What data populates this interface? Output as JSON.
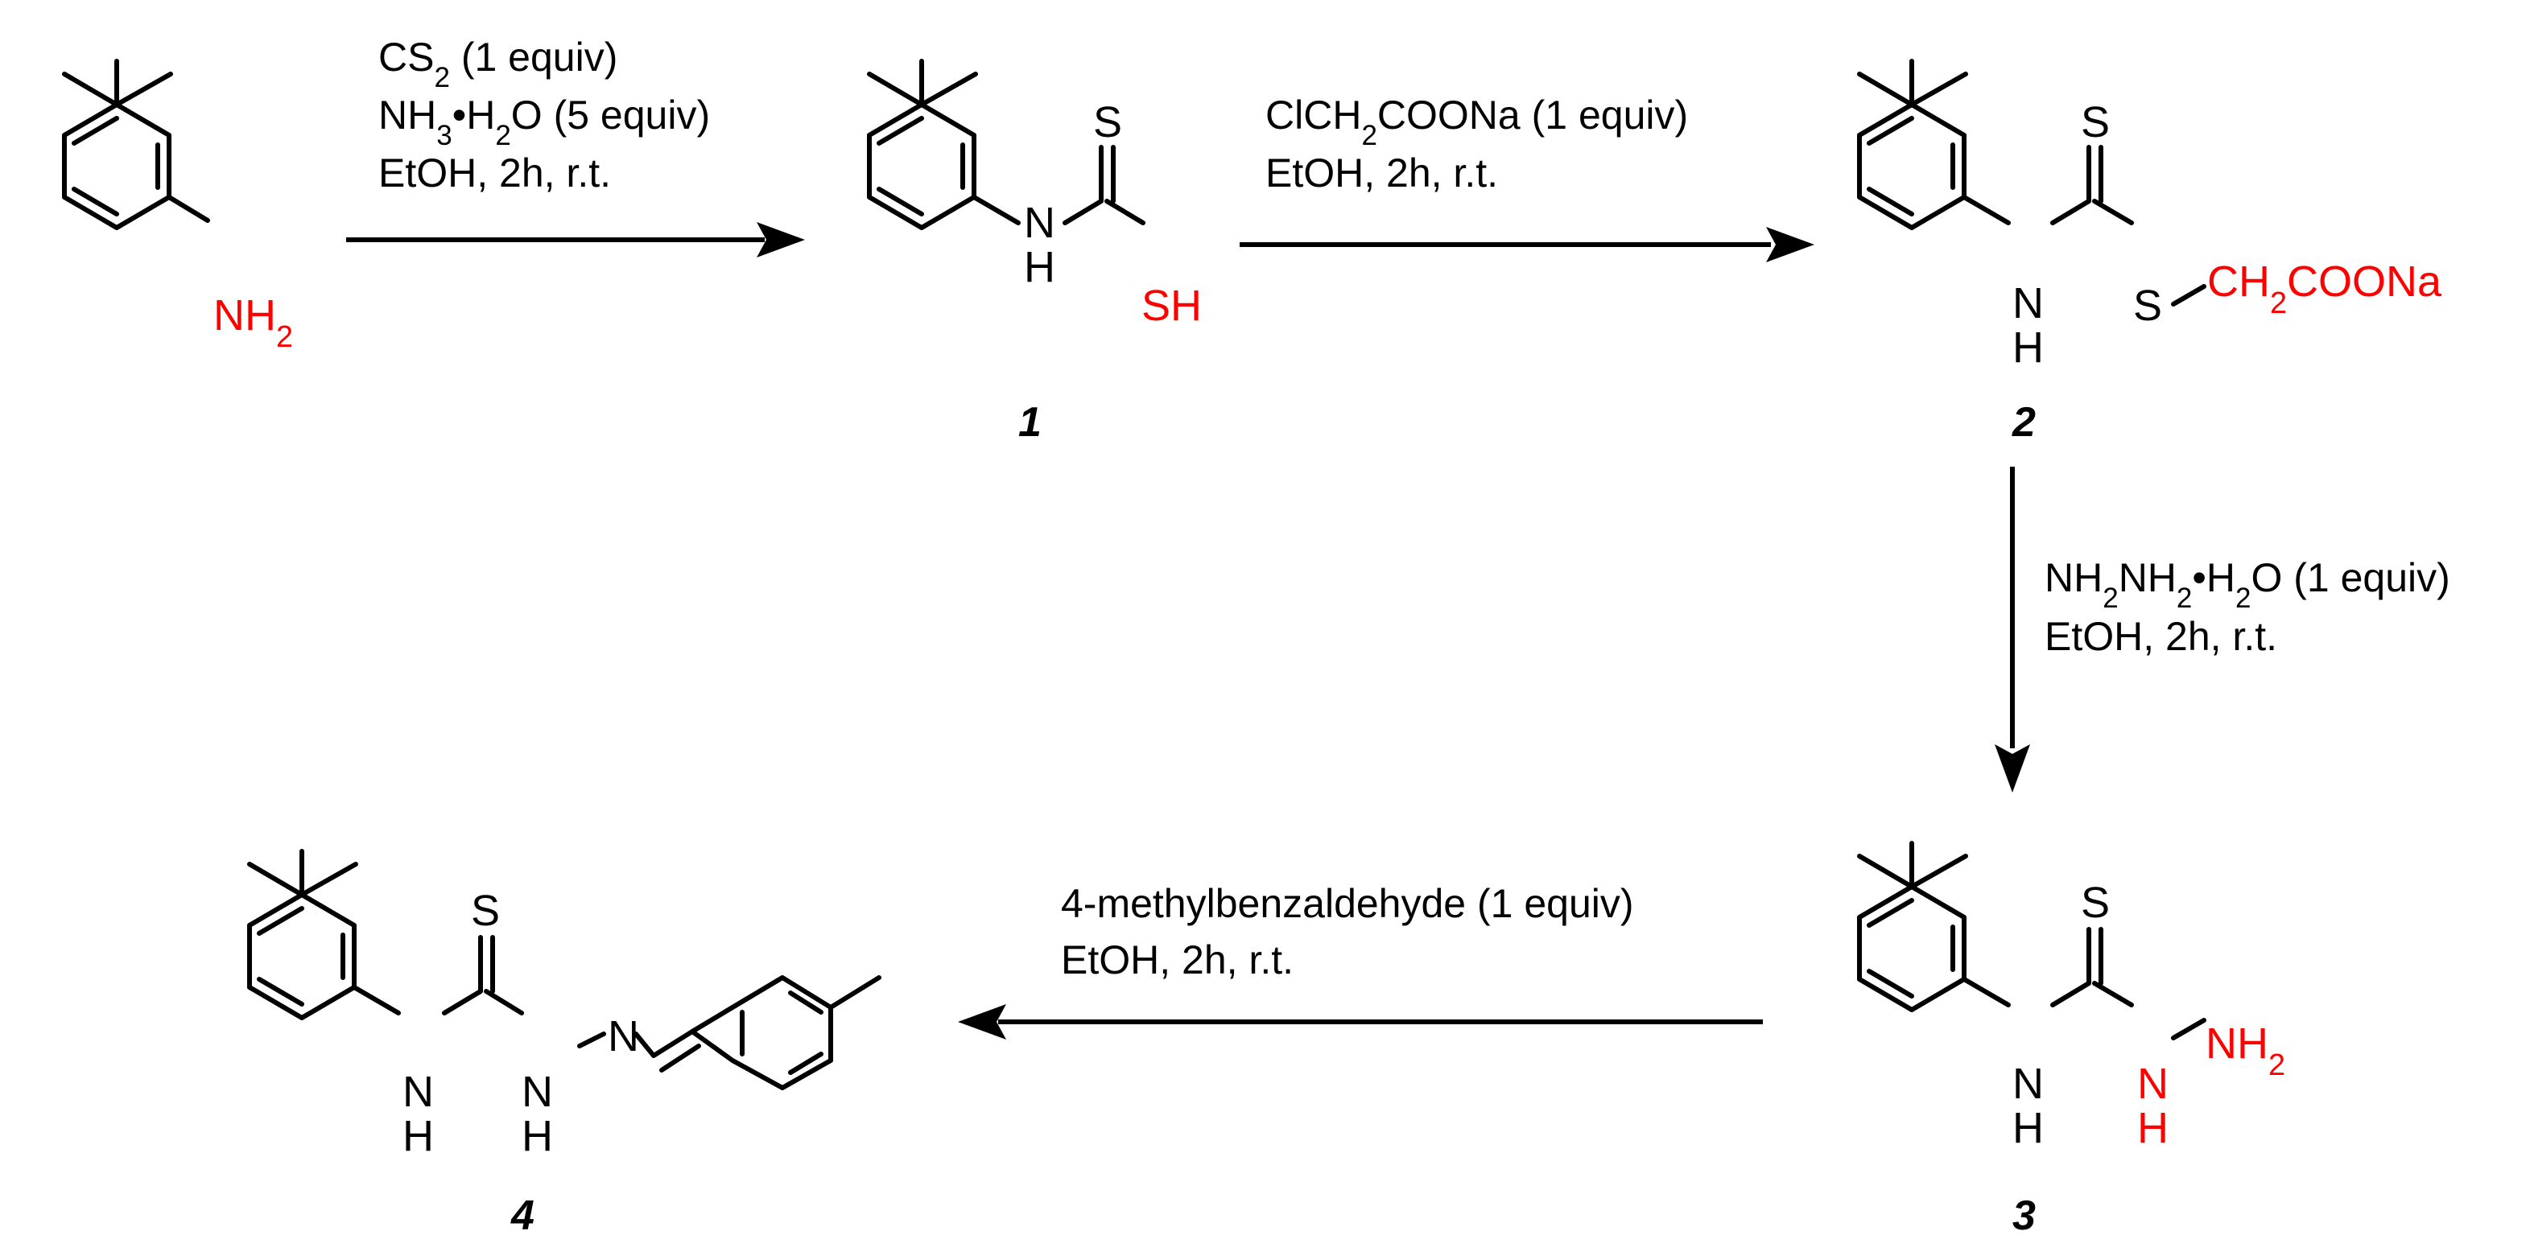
{
  "reagents": {
    "step1_line1": "CS2 (1 equiv)",
    "step1_line2": "NH3•H2O (5 equiv)",
    "step1_line3": "EtOH, 2h, r.t.",
    "step2_line1": "ClCH2COONa (1 equiv)",
    "step2_line2": "EtOH, 2h, r.t.",
    "step3_line1": "NH2NH2•H2O (1 equiv)",
    "step3_line2": "EtOH, 2h, r.t.",
    "step4_line1": "4-methylbenzaldehyde (1 equiv)",
    "step4_line2": "EtOH, 2h, r.t."
  },
  "compounds": {
    "start": {
      "group": "NH2"
    },
    "c1": {
      "label": "1",
      "N": "N",
      "H": "H",
      "S": "S",
      "group": "SH"
    },
    "c2": {
      "label": "2",
      "N": "N",
      "H": "H",
      "S": "S",
      "S2": "S",
      "group": "CH2COONa"
    },
    "c3": {
      "label": "3",
      "N": "N",
      "H": "H",
      "S": "S",
      "N2": "N",
      "H2": "H",
      "group": "NH2"
    },
    "c4": {
      "label": "4",
      "N": "N",
      "H": "H",
      "S": "S",
      "N2": "N",
      "H2": "H",
      "N3": "N"
    }
  },
  "colors": {
    "highlight": "#ff0000",
    "ink": "#000000"
  }
}
